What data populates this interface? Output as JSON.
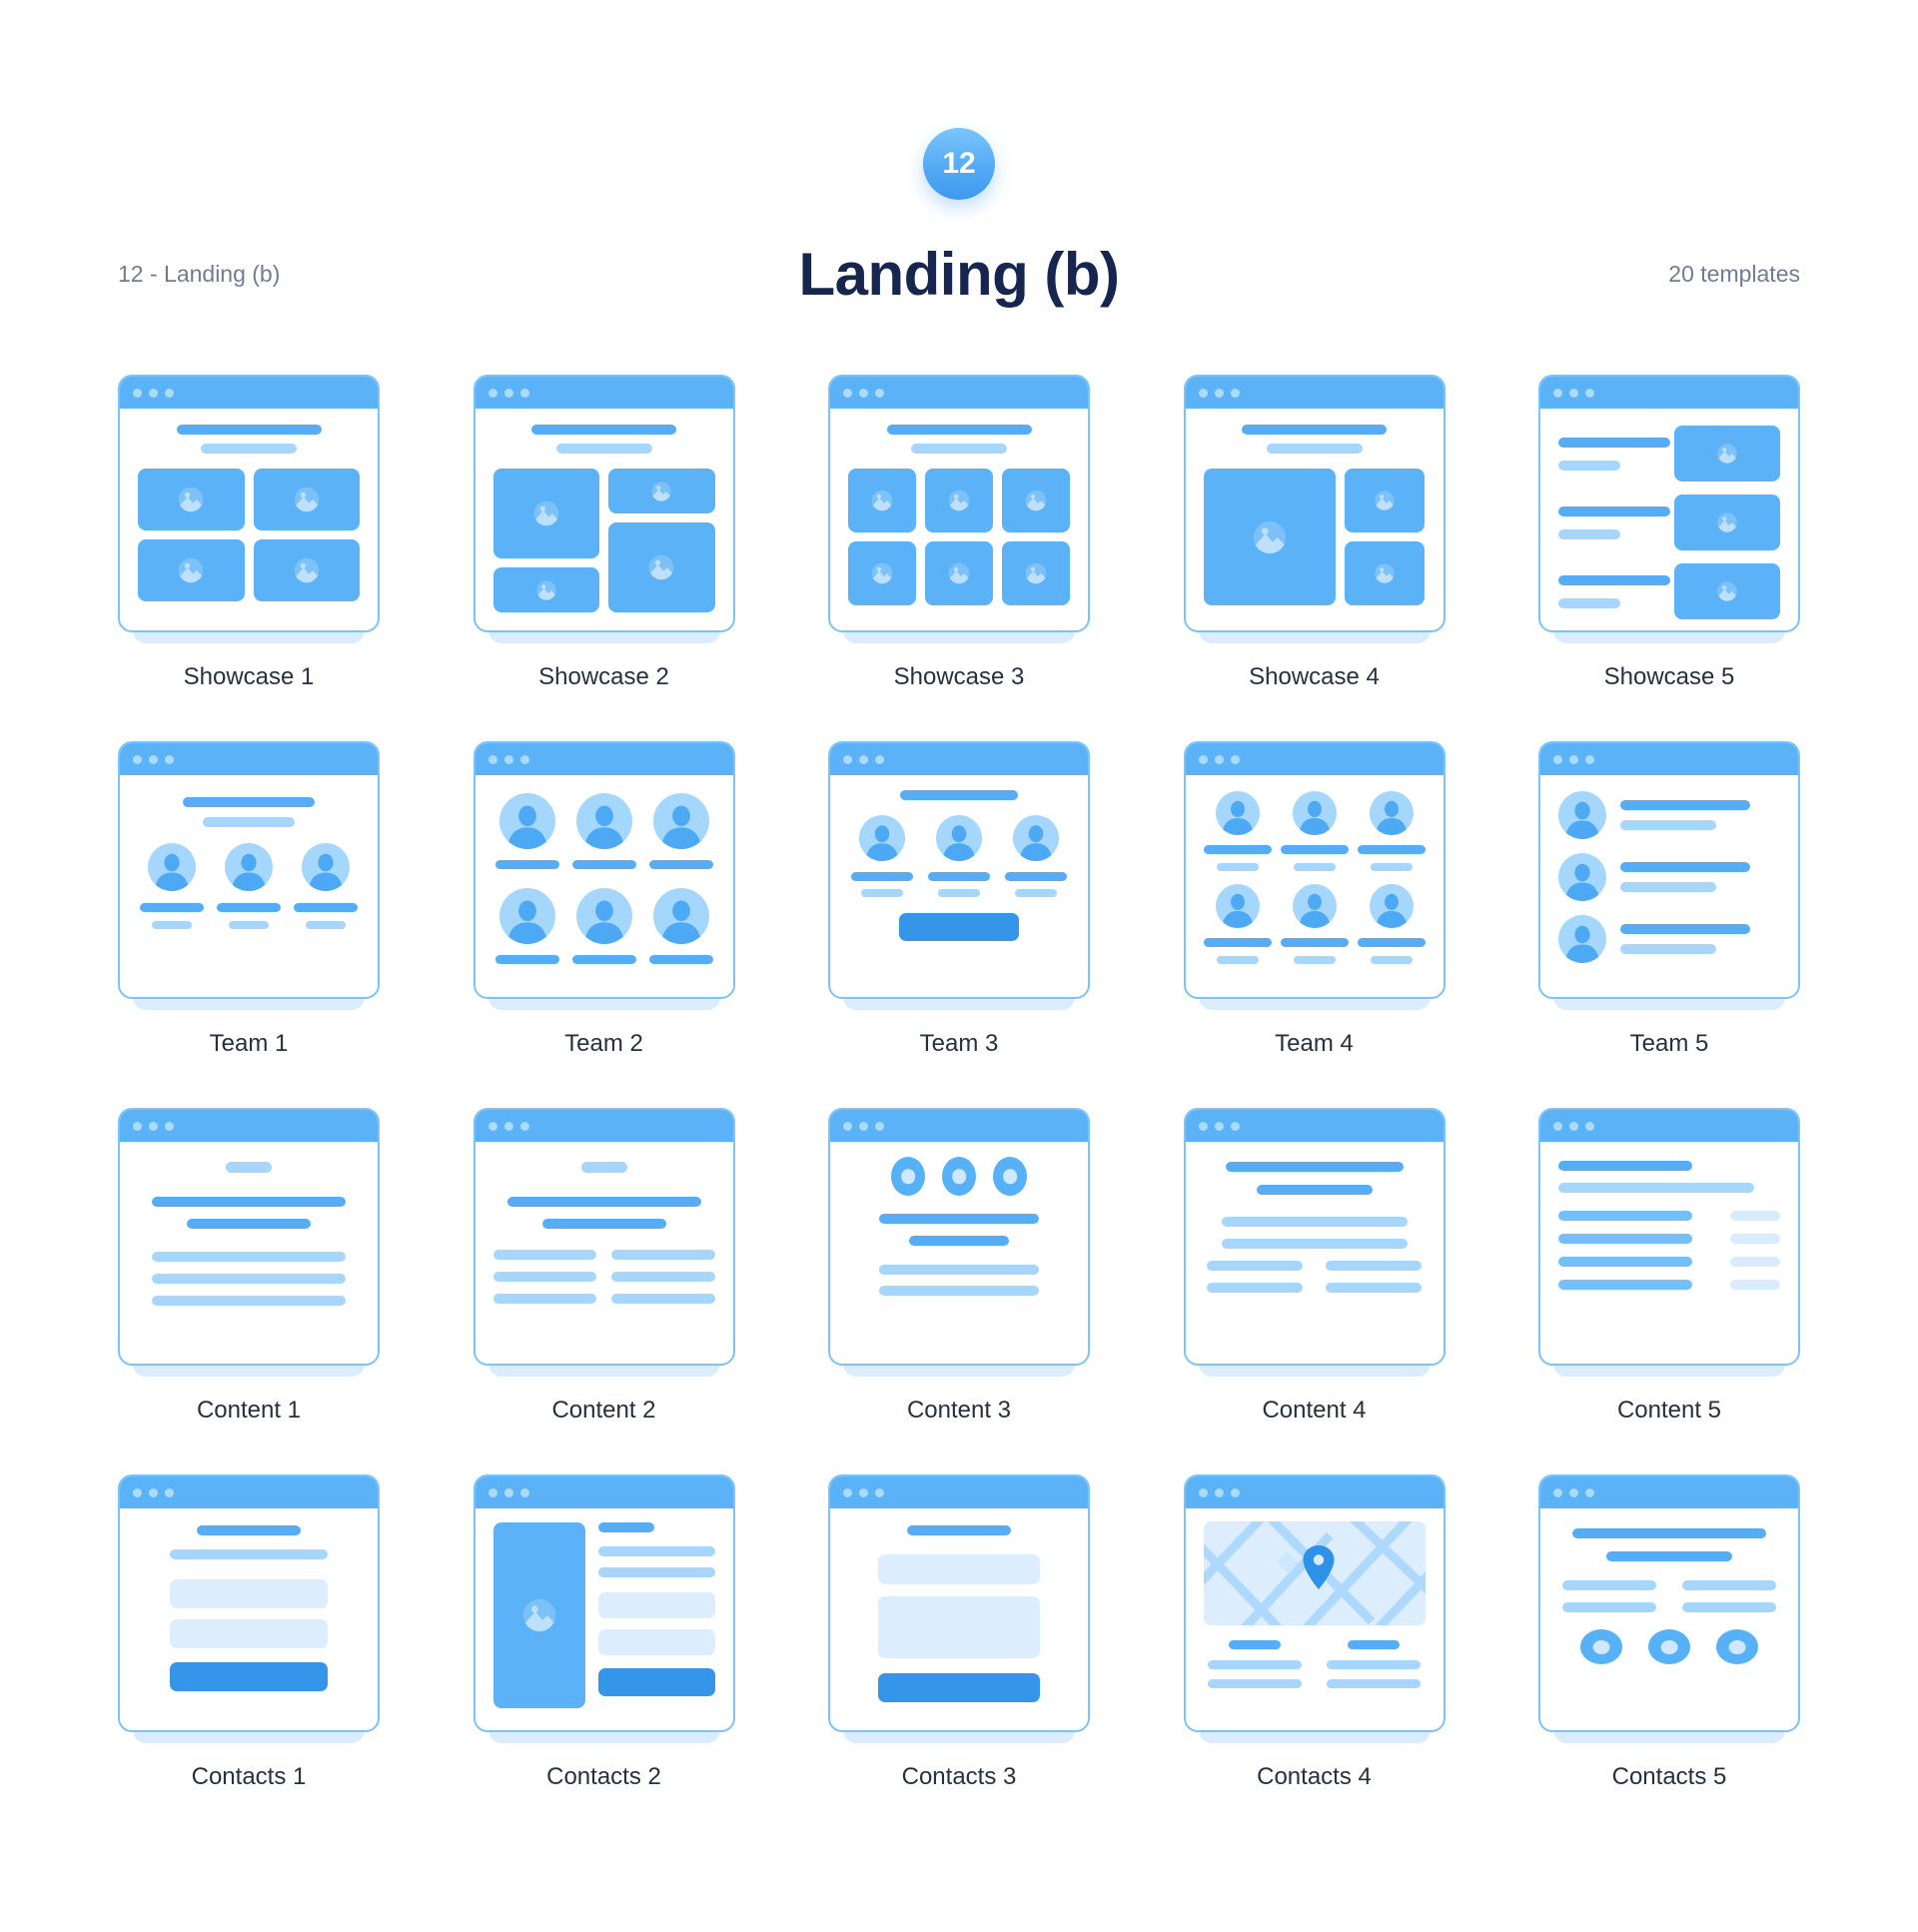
{
  "header": {
    "badge": "12",
    "title": "Landing (b)",
    "left_label": "12 - Landing (b)",
    "right_label": "20 templates"
  },
  "palette": {
    "accent": "#56adf5",
    "accent_light": "#a6d6fb",
    "accent_pale": "#d9ecfd",
    "titlebar_blue": "#5cb2f7",
    "button_blue": "#3596e9",
    "card_border": "#7cc3f9",
    "card_shadow": "#dbecfe",
    "badge_gradient_top": "#79c6fb",
    "badge_gradient_bottom": "#3e98ef",
    "title_text": "#16264e",
    "muted_text": "#6f7d92",
    "label_text": "#263140"
  },
  "templates": [
    {
      "label": "Showcase 1",
      "kind": "showcase"
    },
    {
      "label": "Showcase 2",
      "kind": "showcase"
    },
    {
      "label": "Showcase 3",
      "kind": "showcase"
    },
    {
      "label": "Showcase 4",
      "kind": "showcase"
    },
    {
      "label": "Showcase 5",
      "kind": "showcase"
    },
    {
      "label": "Team 1",
      "kind": "team"
    },
    {
      "label": "Team 2",
      "kind": "team"
    },
    {
      "label": "Team 3",
      "kind": "team"
    },
    {
      "label": "Team 4",
      "kind": "team"
    },
    {
      "label": "Team 5",
      "kind": "team"
    },
    {
      "label": "Content 1",
      "kind": "content"
    },
    {
      "label": "Content 2",
      "kind": "content"
    },
    {
      "label": "Content 3",
      "kind": "content"
    },
    {
      "label": "Content 4",
      "kind": "content"
    },
    {
      "label": "Content 5",
      "kind": "content"
    },
    {
      "label": "Contacts 1",
      "kind": "contacts"
    },
    {
      "label": "Contacts 2",
      "kind": "contacts"
    },
    {
      "label": "Contacts 3",
      "kind": "contacts"
    },
    {
      "label": "Contacts 4",
      "kind": "contacts"
    },
    {
      "label": "Contacts 5",
      "kind": "contacts"
    }
  ]
}
